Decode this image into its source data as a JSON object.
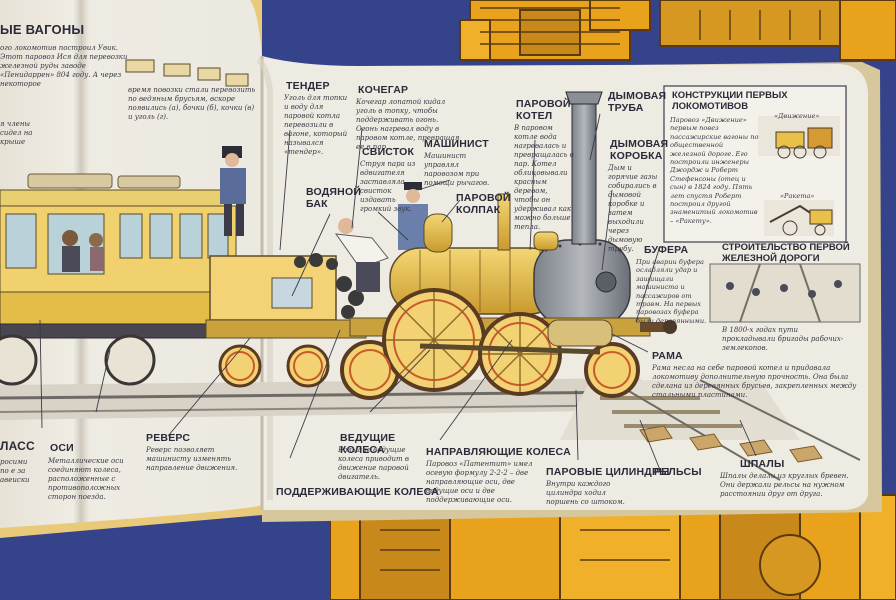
{
  "left_page": {
    "title_fragment": "ЫЕ ВАГОНЫ",
    "intro_text": "ого локомотив построил Увик. Этот паровоз Ися для перевозки железной руды заводе «Пенидаррен» 804 году. А через некоторое",
    "wagons_caption": "время повозки стали перевозить по ведяным брусьям, вскоре появились (а), бочки (б), кочки (в) и уголь (г).",
    "class_fragment": "ЛАСС",
    "class_text": "росими по е за авеиски",
    "side_fragment": "я члены сидел на крыше"
  },
  "labels": {
    "tender": {
      "title": "ТЕНДЕР",
      "text": "Уголь для топки и воду для паровой котла перевозили в вагоне, который назывался «тендер»."
    },
    "stoker": {
      "title": "КОЧЕГАР",
      "text": "Кочегар лопатой кидал уголь в топку, чтобы поддерживать огонь. Огонь нагревал воду в паровом котле, превращая ее в пар."
    },
    "engineer": {
      "title": "МАШИНИСТ",
      "text": "Машинист управлял паровозом при помощи рычагов."
    },
    "whistle": {
      "title": "СВИСТОК",
      "text": "Струя пара из вдвигателя заставляла свисток издавать громкий звук."
    },
    "water_tank": {
      "title": "ВОДЯНОЙ БАК"
    },
    "steam_dome": {
      "title": "ПАРОВОЙ КОЛПАК"
    },
    "boiler": {
      "title": "ПАРОВОЙ КОТЕЛ",
      "text": "В паровом котле вода нагревалась и превращалась в пар. Котел облицовывали красным деревом, чтобы он удерживал как можно больше тепла."
    },
    "chimney": {
      "title": "ДЫМОВАЯ ТРУБА"
    },
    "smokebox": {
      "title": "ДЫМОВАЯ КОРОБКА",
      "text": "Дым и горячие газы собирались в дымовой коробке и затем выходили через дымовую трубу."
    },
    "buffers": {
      "title": "БУФЕРА",
      "text": "При аварии буфера ослабляли удар и защищали машиниста и пассажиров от травм. На первых паровозах буфера были деревянными."
    },
    "frame": {
      "title": "РАМА",
      "text": "Рама несла на себе паровой котел и придавала локомотиву дополнительную прочность. Она была сделана из деревянных брусьев, закрепленных между стальными пластинами."
    },
    "axles": {
      "title": "ОСИ",
      "text": "Металлические оси соединяют колеса, расположенные с противоположных сторон поезда."
    },
    "reverse": {
      "title": "РЕВЕРС",
      "text": "Реверс позволяет машинисту изменять направление движения."
    },
    "supporting_wheels": {
      "title": "ПОДДЕРЖИВАЮЩИЕ КОЛЕСА"
    },
    "driving_wheels": {
      "title": "ВЕДУЩИЕ КОЛЕСА",
      "text": "Большие ведущие колеса приводит в движение паровой двигатель."
    },
    "leading_wheels": {
      "title": "НАПРАВЛЯЮЩИЕ КОЛЕСА",
      "text": "Паровоз «Патентит» имел осевую формулу 2-2-2 – две направляющие оси, две ведущие оси и две поддерживающие оси."
    },
    "cylinders": {
      "title": "ПАРОВЫЕ ЦИЛИНДРЫ",
      "text": "Внутри каждого цилиндра ходил поршень со штоком."
    },
    "rails": {
      "title": "РЕЛЬСЫ"
    },
    "sleepers": {
      "title": "ШПАЛЫ",
      "text": "Шпалы делали из круглых бревен. Они держали рельсы на нужном расстоянии друг от друга."
    }
  },
  "early_locos_box": {
    "title": "КОНСТРУКЦИИ ПЕРВЫХ ЛОКОМОТИВОВ",
    "text1": "Паровоз «Движение» первым повез пассажирские вагоны по общественной железной дороге. Его построили инженеры Джордж и Роберт Стефенсоны (отец и сын) в 1824 году. Пять лет спустя Роберт построил другой знаменитый локомотив – «Ракету».",
    "loco1_caption": "«Движение»",
    "loco2_caption": "«Ракета»"
  },
  "railway_box": {
    "title": "СТРОИТЕЛЬСТВО ПЕРВОЙ ЖЕЛЕЗНОЙ ДОРОГИ",
    "text": "В 1800-х годах пути прокладывали бригады рабочих-землекопов."
  }
}
